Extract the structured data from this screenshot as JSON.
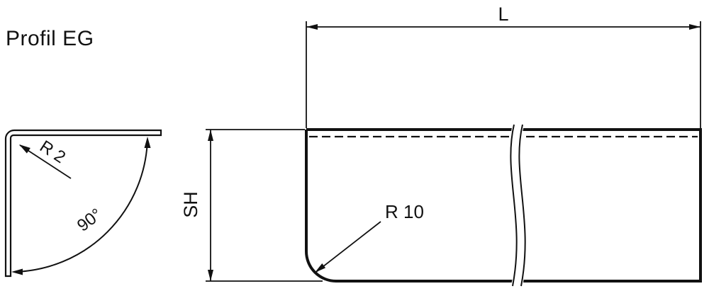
{
  "title": "Profil EG",
  "colors": {
    "line": "#111111",
    "background": "#ffffff"
  },
  "detail_view": {
    "radius_label": "R 2",
    "angle_label": "90°"
  },
  "panel_view": {
    "length_label": "L",
    "height_label": "SH",
    "corner_radius_label": "R 10"
  }
}
